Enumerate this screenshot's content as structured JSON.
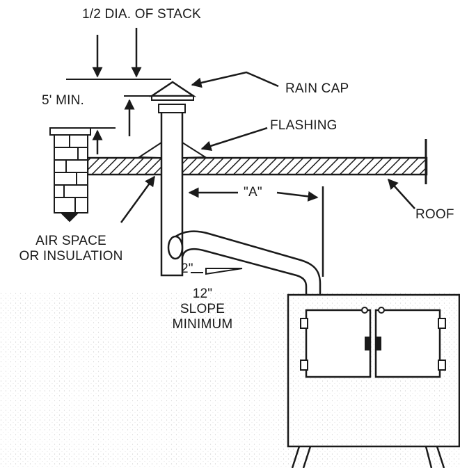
{
  "labels": {
    "stack_diameter": "1/2 DIA. OF STACK",
    "five_min": "5' MIN.",
    "rain_cap": "RAIN CAP",
    "flashing": "FLASHING",
    "a_dimension": "\"A\"",
    "roof": "ROOF",
    "air_space_line1": "AIR SPACE",
    "air_space_line2": "OR INSULATION",
    "two_inch": "2\"",
    "twelve_inch": "12\"",
    "slope_line1": "SLOPE",
    "slope_line2": "MINIMUM"
  },
  "colors": {
    "line": "#1a1a1a",
    "fill": "#ffffff",
    "speckle": "#d9d9d9"
  }
}
